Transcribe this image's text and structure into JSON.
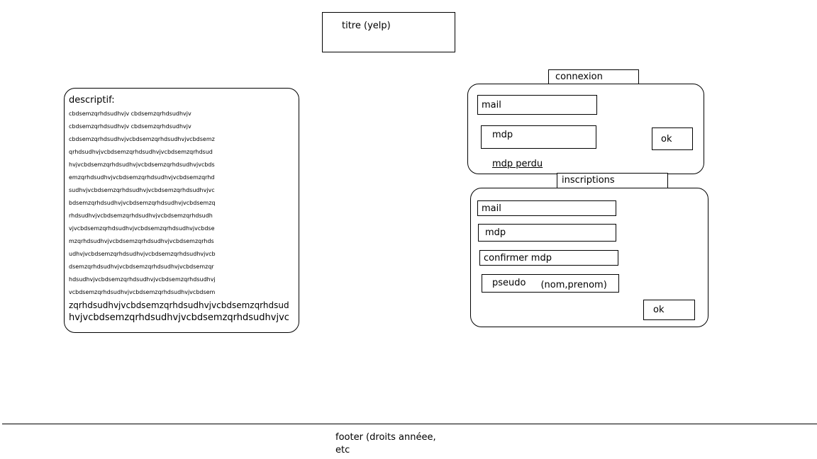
{
  "header": {
    "title": "titre (yelp)"
  },
  "description": {
    "heading": "descriptif:",
    "lines": [
      "cbdsemzqrhdsudhvjv cbdsemzqrhdsudhvjv",
      "cbdsemzqrhdsudhvjv cbdsemzqrhdsudhvjv",
      "cbdsemzqrhdsudhvjvcbdsemzqrhdsudhvjvcbdsemz",
      "qrhdsudhvjvcbdsemzqrhdsudhvjvcbdsemzqrhdsud",
      "hvjvcbdsemzqrhdsudhvjvcbdsemzqrhdsudhvjvcbds",
      "emzqrhdsudhvjvcbdsemzqrhdsudhvjvcbdsemzqrhd",
      "sudhvjvcbdsemzqrhdsudhvjvcbdsemzqrhdsudhvjvc",
      "bdsemzqrhdsudhvjvcbdsemzqrhdsudhvjvcbdsemzq",
      "rhdsudhvjvcbdsemzqrhdsudhvjvcbdsemzqrhdsudh",
      "vjvcbdsemzqrhdsudhvjvcbdsemzqrhdsudhvjvcbdse",
      "mzqrhdsudhvjvcbdsemzqrhdsudhvjvcbdsemzqrhds",
      "udhvjvcbdsemzqrhdsudhvjvcbdsemzqrhdsudhvjvcb",
      "dsemzqrhdsudhvjvcbdsemzqrhdsudhvjvcbdsemzqr",
      "hdsudhvjvcbdsemzqrhdsudhvjvcbdsemzqrhdsudhvj",
      "vcbdsemzqrhdsudhvjvcbdsemzqrhdsudhvjvcbdsem",
      "zqrhdsudhvjvcbdsemzqrhdsudhvjvcbdsemzqrhdsud",
      "hvjvcbdsemzqrhdsudhvjvcbdsemzqrhdsudhvjvc"
    ]
  },
  "login": {
    "title": "connexion",
    "mail_label": "mail",
    "password_label": "mdp",
    "submit_label": "ok",
    "forgot_label": "mdp perdu"
  },
  "signup": {
    "title": "inscriptions",
    "mail_label": "mail",
    "password_label": "mdp",
    "confirm_label": "confirmer mdp",
    "pseudo_label": "pseudo",
    "pseudo_hint": "(nom,prenom)",
    "submit_label": "ok"
  },
  "footer": {
    "line1": "footer (droits annéee,",
    "line2": "etc"
  }
}
